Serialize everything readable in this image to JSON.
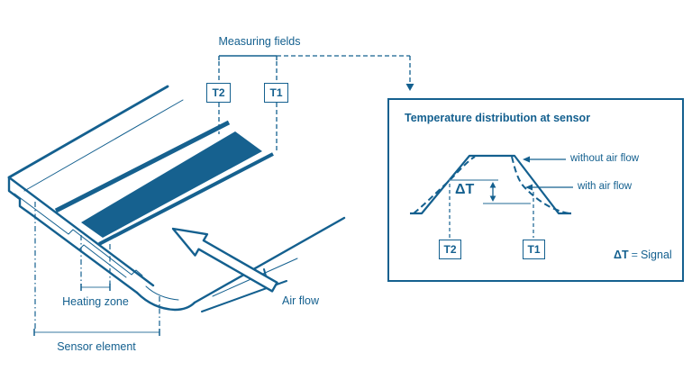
{
  "colors": {
    "primary": "#14608f",
    "stripe_fill": "#16618f",
    "bracket_light": "#7ba6c0"
  },
  "main_diagram": {
    "measuring_fields_label": "Measuring fields",
    "t2_label": "T2",
    "t1_label": "T1",
    "heating_zone_label": "Heating zone",
    "sensor_element_label": "Sensor element",
    "air_flow_label": "Air flow"
  },
  "inset": {
    "title": "Temperature distribution at sensor",
    "without_air_flow_label": "without air flow",
    "with_air_flow_label": "with air flow",
    "delta_t_label": "ΔT",
    "t2_label": "T2",
    "t1_label": "T1",
    "signal_bold": "ΔT",
    "signal_eq": "=",
    "signal_rest": "Signal"
  }
}
